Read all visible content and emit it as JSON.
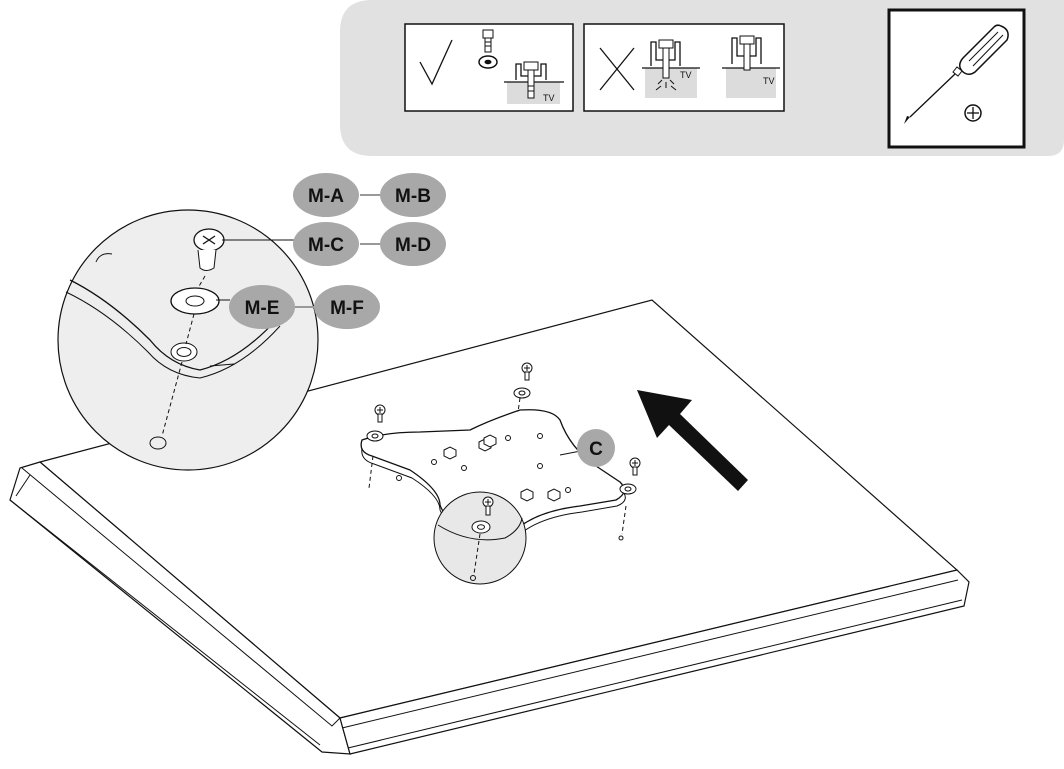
{
  "callouts": {
    "part_c": "C",
    "m_a": "M-A",
    "m_b": "M-B",
    "m_c": "M-C",
    "m_d": "M-D",
    "m_e": "M-E",
    "m_f": "M-F"
  },
  "tool_panel": {
    "correct_tv_label": "TV",
    "wrong_tv_label_1": "TV",
    "wrong_tv_label_2": "TV"
  },
  "colors": {
    "panel_bg": "#e1e1e1",
    "badge_bg": "#a8a8a8",
    "magnifier_bg": "#eeeeee",
    "line": "#111111"
  },
  "icons": [
    "checkmark-icon",
    "cross-icon",
    "screwdriver-icon",
    "phillips-head-icon",
    "direction-arrow-icon"
  ]
}
